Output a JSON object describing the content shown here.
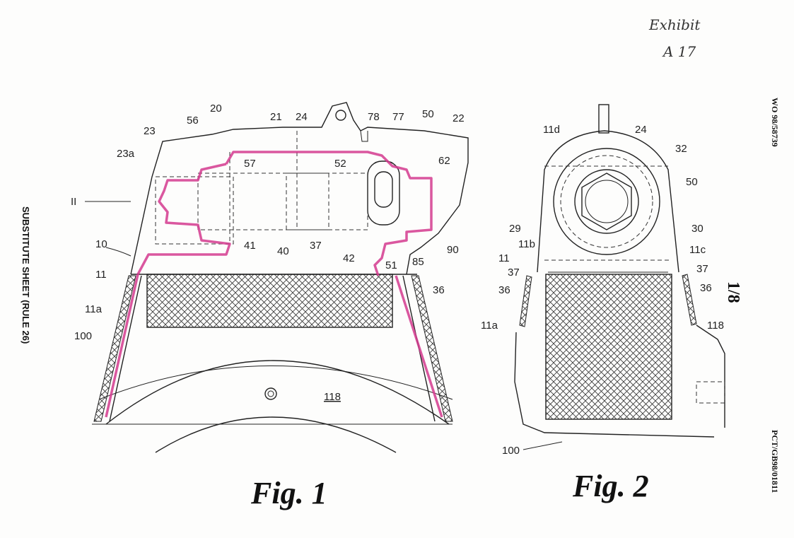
{
  "annotation": {
    "line1": "Exhibit",
    "line2": "A 17"
  },
  "side_left": "SUBSTITUTE SHEET (RULE 26)",
  "side_right_top": "WO 98/58739",
  "side_right_bottom": "PCT/GB98/01811",
  "page_number": "1/8",
  "fig1": {
    "caption": "Fig. 1",
    "labels": [
      "20",
      "21",
      "24",
      "78",
      "77",
      "50",
      "22",
      "23",
      "56",
      "23a",
      "57",
      "52",
      "62",
      "II",
      "10",
      "41",
      "40",
      "37",
      "42",
      "90",
      "85",
      "11",
      "51",
      "36",
      "11a",
      "100",
      "118"
    ]
  },
  "fig2": {
    "caption": "Fig. 2",
    "labels": [
      "11d",
      "24",
      "32",
      "50",
      "29",
      "30",
      "11b",
      "11",
      "11c",
      "37",
      "37",
      "36",
      "36",
      "11a",
      "118",
      "100"
    ]
  }
}
